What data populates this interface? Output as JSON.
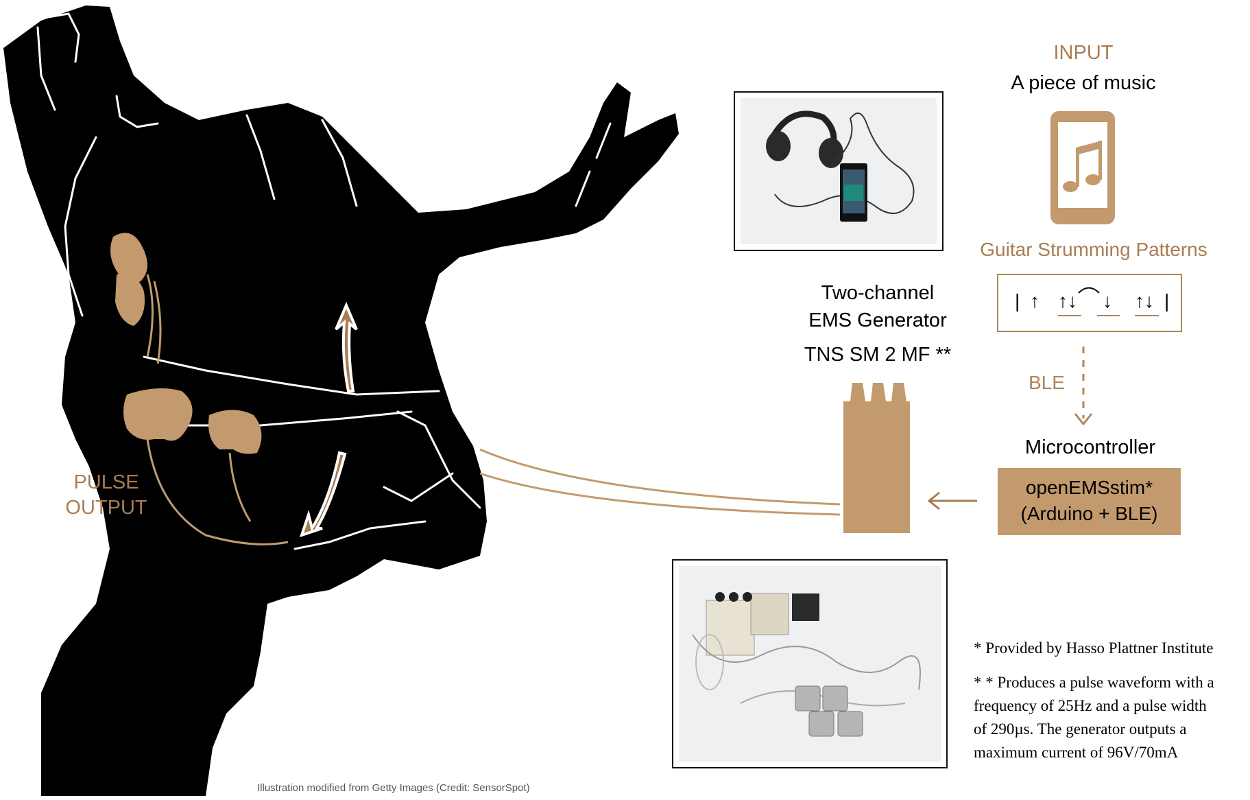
{
  "input": {
    "heading": "INPUT",
    "subtitle": "A piece of music"
  },
  "phone_icon": "music-phone-icon",
  "patterns": {
    "title": "Guitar Strumming Patterns",
    "symbols": [
      "|",
      "↑",
      "↑↓",
      "↓",
      "↑↓",
      "|"
    ]
  },
  "ble_label": "BLE",
  "microcontroller": {
    "title": "Microcontroller",
    "line1": "openEMSstim*",
    "line2": "(Arduino + BLE)"
  },
  "generator": {
    "line1": "Two-channel",
    "line2": "EMS Generator",
    "line3": "TNS SM 2 MF **"
  },
  "pulse_output": {
    "line1": "PULSE",
    "line2": "OUTPUT"
  },
  "footnotes": {
    "note1": "* Provided by Hasso Plattner Institute",
    "note2_line1": "* * Produces a pulse waveform with a",
    "note2_line2": "frequency of 25Hz and a pulse width",
    "note2_line3": "of 290µs. The generator outputs a",
    "note2_line4": "maximum current of 96V/70mA"
  },
  "credit": "Illustration modified from Getty Images (Credit: SensorSpot)",
  "colors": {
    "accent": "#c29a6e",
    "accent_text": "#a97c52",
    "silhouette": "#000000"
  }
}
